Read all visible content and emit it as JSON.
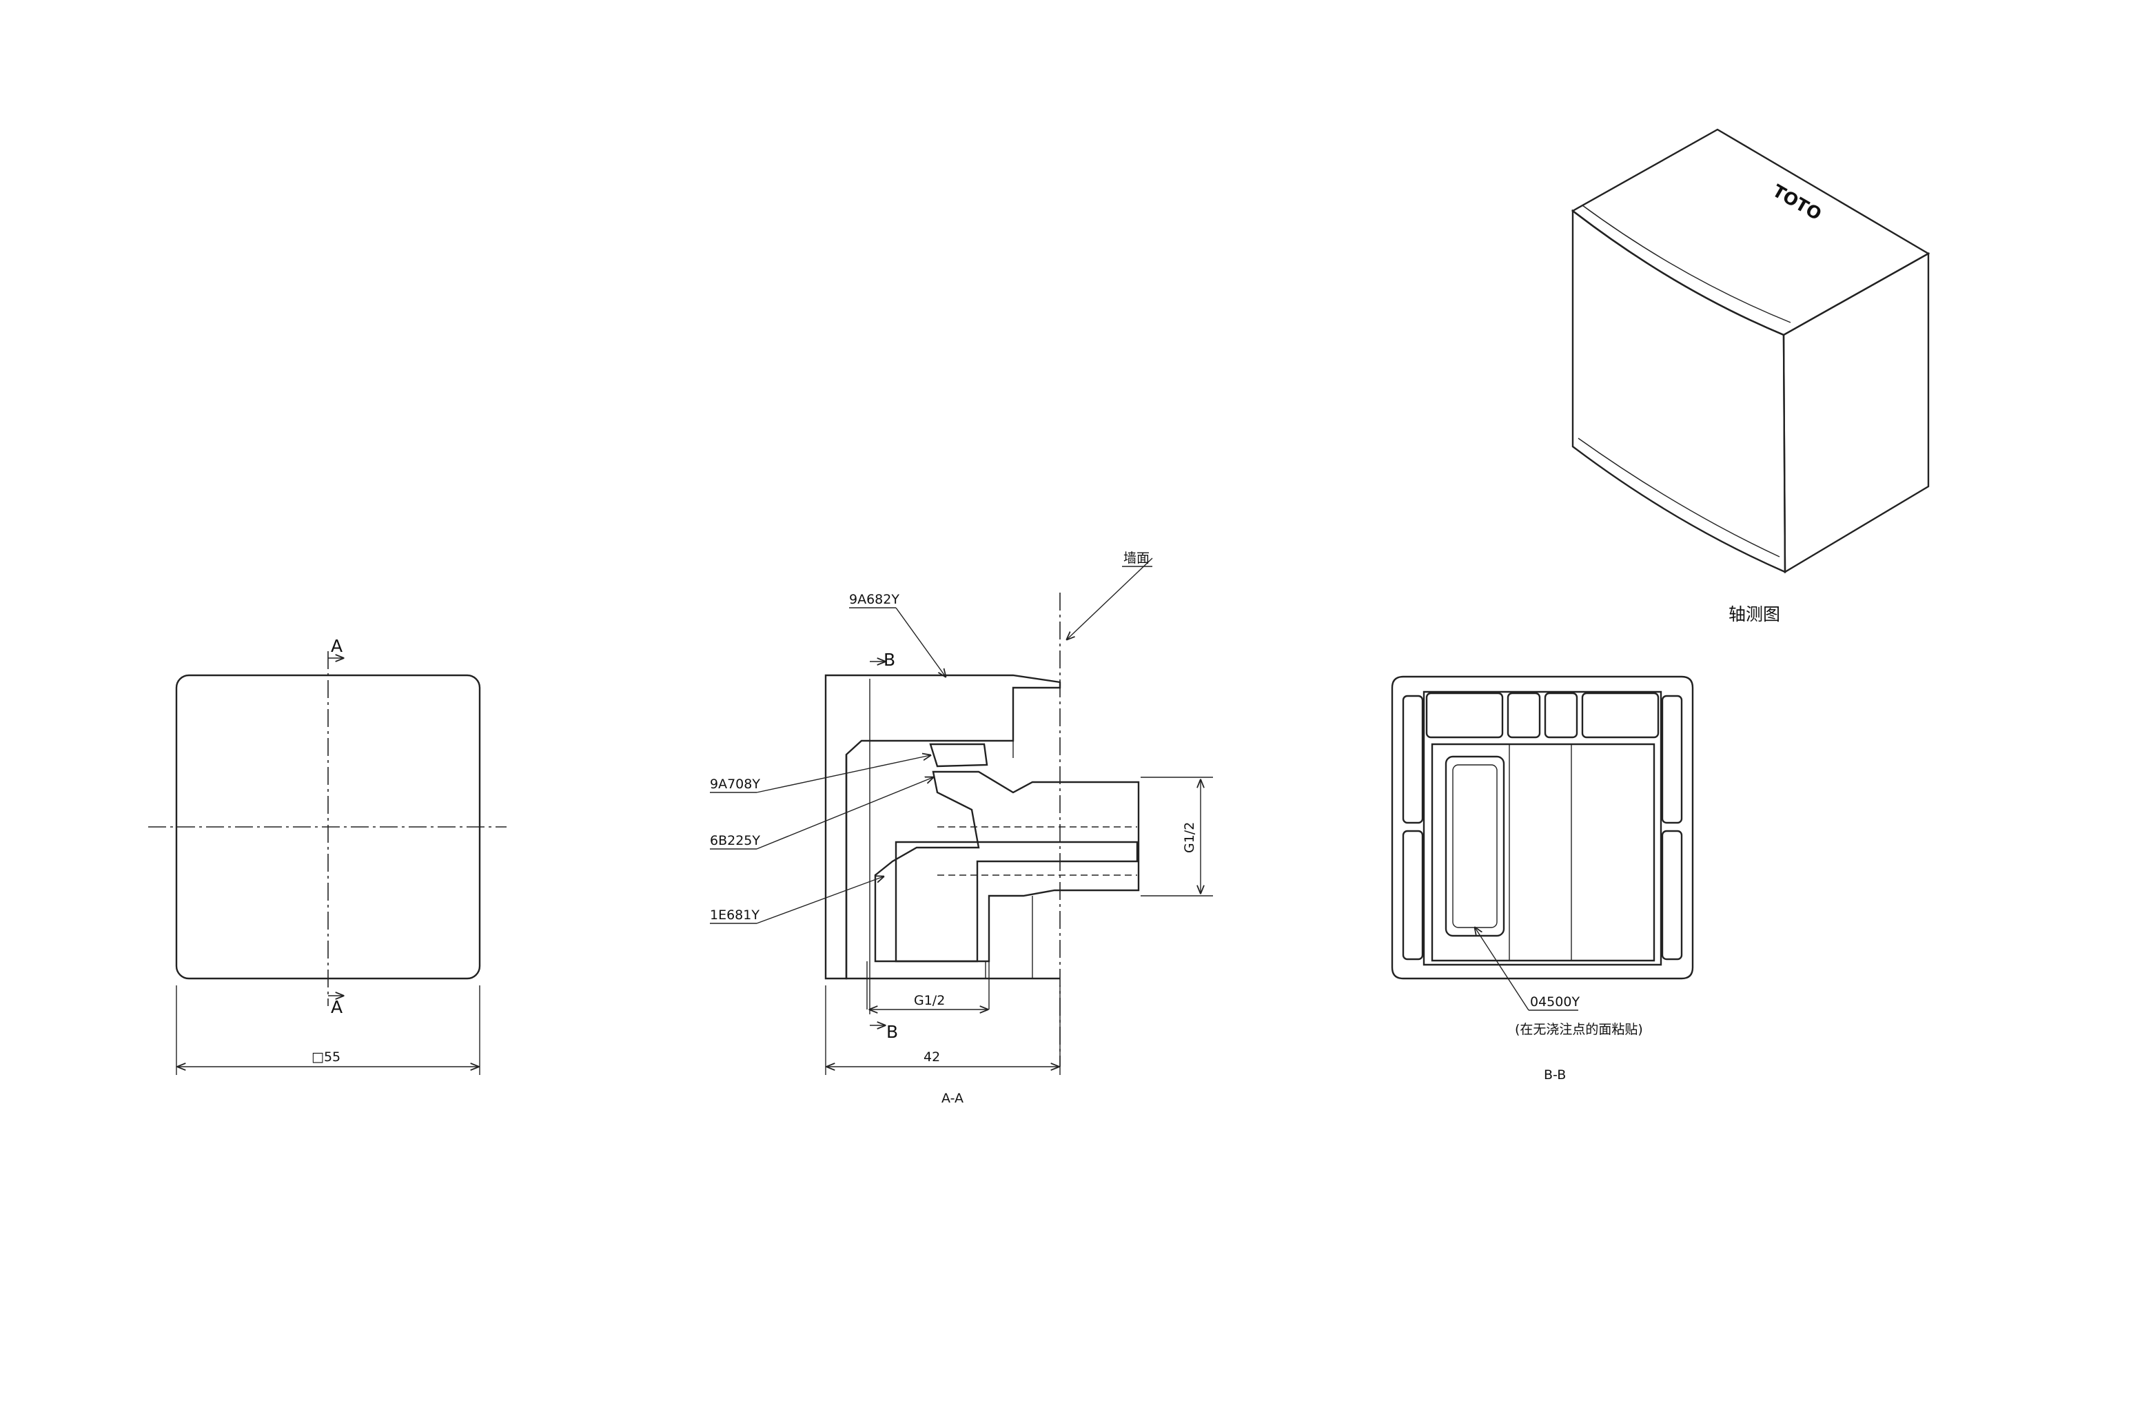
{
  "front_view": {
    "section_mark_top": "A",
    "section_mark_bottom": "A",
    "dim_width": "□55"
  },
  "section_aa": {
    "title": "A-A",
    "wall_label": "墙面",
    "cut_top": "B",
    "cut_bottom": "B",
    "parts": [
      "9A682Y",
      "9A708Y",
      "6B225Y",
      "1E681Y"
    ],
    "thread_right": "G1/2",
    "thread_bottom": "G1/2",
    "dim_depth": "42"
  },
  "section_bb": {
    "title": "B-B",
    "part": "04500Y",
    "note": "(在无浇注点的面粘贴)"
  },
  "iso_view": {
    "title": "轴测图",
    "brand": "TOTO"
  }
}
